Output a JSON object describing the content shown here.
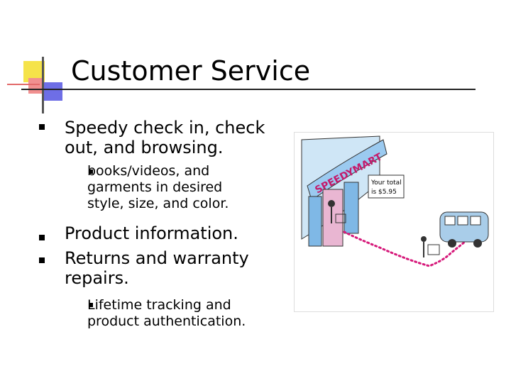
{
  "slide": {
    "title": "Customer Service",
    "bullets": {
      "b1_text": "Speedy check in, check out, and browsing.",
      "b1_sub": "books/videos, and garments in desired style, size, and color.",
      "b2_text": "Product information.",
      "b3_text": "Returns and warranty repairs.",
      "b3_sub": "Lifetime tracking and product authentication."
    },
    "illustration": {
      "store_name": "SPEEDYMART",
      "receipt_line1": "Your total",
      "receipt_line2": "is $5.95"
    }
  },
  "colors": {
    "accent_yellow": "#f5e34a",
    "accent_red": "#f19090",
    "accent_blue": "#6e6ee6",
    "path_magenta": "#d6197a",
    "store_blue": "#6fb4e6",
    "vehicle_blue": "#a9cde9"
  }
}
